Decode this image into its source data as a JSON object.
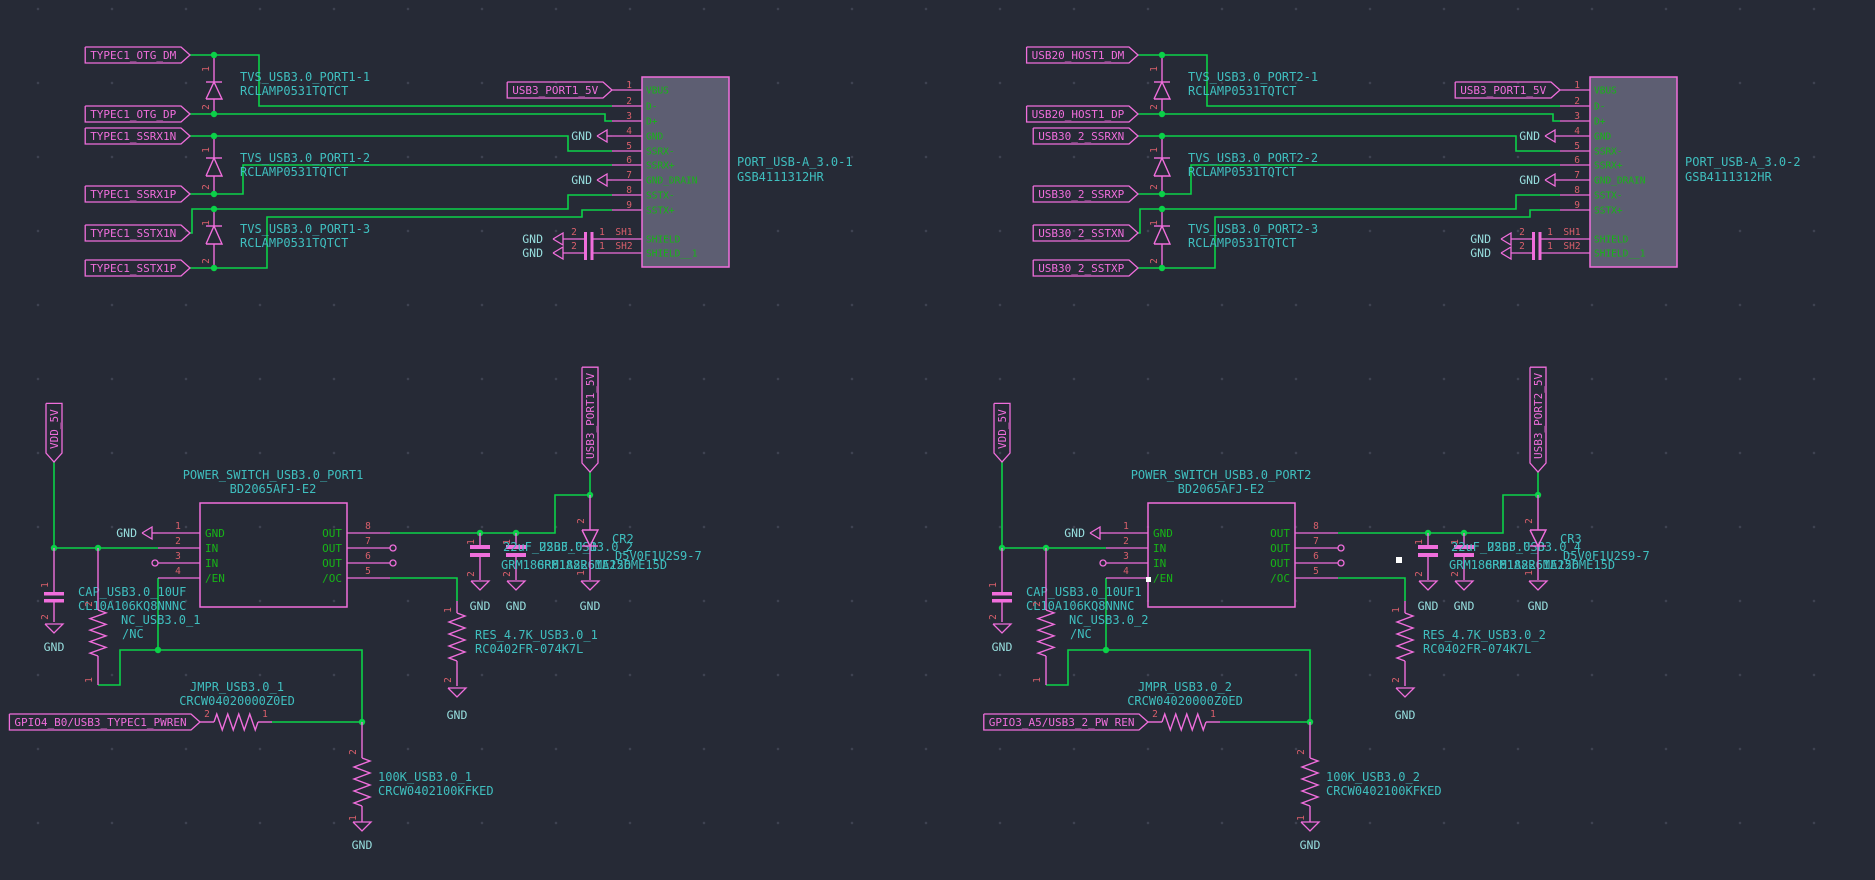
{
  "colors": {
    "background": "#262a36",
    "grid_dot": "#3e4251",
    "wire": "#0bd148",
    "device": "#f06edc",
    "connector_fill": "#5d5e72",
    "field_text": "#3fbfbf",
    "pin_number": "#d95f6b",
    "pin_name": "#17b517",
    "gnd_text": "#97dede",
    "artifact": "#ffffff"
  },
  "pin_labels": {
    "one": "1",
    "two": "2"
  },
  "top_left": {
    "nets": [
      "TYPEC1_OTG_DM",
      "TYPEC1_OTG_DP",
      "TYPEC1_SSRX1N",
      "TYPEC1_SSRX1P",
      "TYPEC1_SSTX1N",
      "TYPEC1_SSTX1P"
    ],
    "tvs": [
      {
        "ref": "TVS_USB3.0_PORT1-1",
        "value": "RCLAMP0531TQTCT"
      },
      {
        "ref": "TVS_USB3.0_PORT1-2",
        "value": "RCLAMP0531TQTCT"
      },
      {
        "ref": "TVS_USB3.0_PORT1-3",
        "value": "RCLAMP0531TQTCT"
      }
    ],
    "vbus_label": "USB3_PORT1_5V",
    "gnd": "GND",
    "connector": {
      "ref": "PORT_USB-A_3.0-1",
      "value": "GSB4111312HR",
      "pins": [
        {
          "num": "1",
          "name": "VBUS"
        },
        {
          "num": "2",
          "name": "D-"
        },
        {
          "num": "3",
          "name": "D+"
        },
        {
          "num": "4",
          "name": "GND"
        },
        {
          "num": "5",
          "name": "SSRX-"
        },
        {
          "num": "6",
          "name": "SSRX+"
        },
        {
          "num": "7",
          "name": "GND_DRAIN"
        },
        {
          "num": "8",
          "name": "SSTX-"
        },
        {
          "num": "9",
          "name": "SSTX+"
        }
      ],
      "shield": [
        {
          "pin": "SH1",
          "name": "SHIELD"
        },
        {
          "pin": "SH2",
          "name": "SHIELD__1"
        }
      ]
    }
  },
  "top_right": {
    "nets": [
      "USB20_HOST1_DM",
      "USB20_HOST1_DP",
      "USB30_2_SSRXN",
      "USB30_2_SSRXP",
      "USB30_2_SSTXN",
      "USB30_2_SSTXP"
    ],
    "tvs": [
      {
        "ref": "TVS_USB3.0_PORT2-1",
        "value": "RCLAMP0531TQTCT"
      },
      {
        "ref": "TVS_USB3.0_PORT2-2",
        "value": "RCLAMP0531TQTCT"
      },
      {
        "ref": "TVS_USB3.0_PORT2-3",
        "value": "RCLAMP0531TQTCT"
      }
    ],
    "vbus_label": "USB3_PORT1_5V",
    "gnd": "GND",
    "connector": {
      "ref": "PORT_USB-A_3.0-2",
      "value": "GSB4111312HR",
      "pins": [
        {
          "num": "1",
          "name": "VBUS"
        },
        {
          "num": "2",
          "name": "D-"
        },
        {
          "num": "3",
          "name": "D+"
        },
        {
          "num": "4",
          "name": "GND"
        },
        {
          "num": "5",
          "name": "SSRX-"
        },
        {
          "num": "6",
          "name": "SSRX+"
        },
        {
          "num": "7",
          "name": "GND_DRAIN"
        },
        {
          "num": "8",
          "name": "SSTX-"
        },
        {
          "num": "9",
          "name": "SSTX+"
        }
      ],
      "shield": [
        {
          "pin": "SH1",
          "name": "SHIELD"
        },
        {
          "pin": "SH2",
          "name": "SHIELD__1"
        }
      ]
    }
  },
  "bottom_left": {
    "vdd": "VDD_5V",
    "rail": "USB3_PORT1_5V",
    "gnd": "GND",
    "power_switch": {
      "ref": "POWER_SWITCH_USB3.0_PORT1",
      "value": "BD2065AFJ-E2",
      "left_pins": [
        {
          "num": "1",
          "name": "GND"
        },
        {
          "num": "2",
          "name": "IN"
        },
        {
          "num": "3",
          "name": "IN"
        },
        {
          "num": "4",
          "name": "/EN"
        }
      ],
      "right_pins": [
        {
          "num": "8",
          "name": "OUT"
        },
        {
          "num": "7",
          "name": "OUT"
        },
        {
          "num": "6",
          "name": "OUT"
        },
        {
          "num": "5",
          "name": "/OC"
        }
      ]
    },
    "input_cap": {
      "ref": "CAP_USB3.0_10UF",
      "value": "CL10A106KQ8NNNC"
    },
    "nc_res": {
      "ref": "NC_USB3.0_1",
      "value": "/NC"
    },
    "out_caps": [
      {
        "ref": "22uF_USB3.0_1",
        "value": "GRM188R61A226ME15D"
      },
      {
        "ref": "22uF_USB3.0_2",
        "value": "GRM188R61A226ME15D"
      }
    ],
    "tvs_diode": {
      "ref": "CR2",
      "value": "D5V0F1U2S9-7"
    },
    "oc_res": {
      "ref": "RES_4.7K_USB3.0_1",
      "value": "RC0402FR-074K7L"
    },
    "jumper": {
      "ref": "JMPR_USB3.0_1",
      "value": "CRCW04020000Z0ED"
    },
    "pulldown": {
      "ref": "100K_USB3.0_1",
      "value": "CRCW0402100KFKED"
    },
    "gpio": "GPIO4_B0/USB3_TYPEC1_PWREN"
  },
  "bottom_right": {
    "vdd": "VDD_5V",
    "rail": "USB3_PORT2_5V",
    "gnd": "GND",
    "power_switch": {
      "ref": "POWER_SWITCH_USB3.0_PORT2",
      "value": "BD2065AFJ-E2",
      "left_pins": [
        {
          "num": "1",
          "name": "GND"
        },
        {
          "num": "2",
          "name": "IN"
        },
        {
          "num": "3",
          "name": "IN"
        },
        {
          "num": "4",
          "name": "/EN"
        }
      ],
      "right_pins": [
        {
          "num": "8",
          "name": "OUT"
        },
        {
          "num": "7",
          "name": "OUT"
        },
        {
          "num": "6",
          "name": "OUT"
        },
        {
          "num": "5",
          "name": "/OC"
        }
      ]
    },
    "input_cap": {
      "ref": "CAP_USB3.0_10UF1",
      "value": "CL10A106KQ8NNNC"
    },
    "nc_res": {
      "ref": "NC_USB3.0_2",
      "value": "/NC"
    },
    "out_caps": [
      {
        "ref": "22uF_USB3.0_3",
        "value": "GRM188R61A226ME15D"
      },
      {
        "ref": "22uF_USB3.0_4",
        "value": "GRM188R61A226ME15D"
      }
    ],
    "tvs_diode": {
      "ref": "CR3",
      "value": "D5V0F1U2S9-7"
    },
    "oc_res": {
      "ref": "RES_4.7K_USB3.0_2",
      "value": "RC0402FR-074K7L"
    },
    "jumper": {
      "ref": "JMPR_USB3.0_2",
      "value": "CRCW04020000Z0ED"
    },
    "pulldown": {
      "ref": "100K_USB3.0_2",
      "value": "CRCW0402100KFKED"
    },
    "gpio": "GPIO3_A5/USB3_2_PW REN"
  }
}
